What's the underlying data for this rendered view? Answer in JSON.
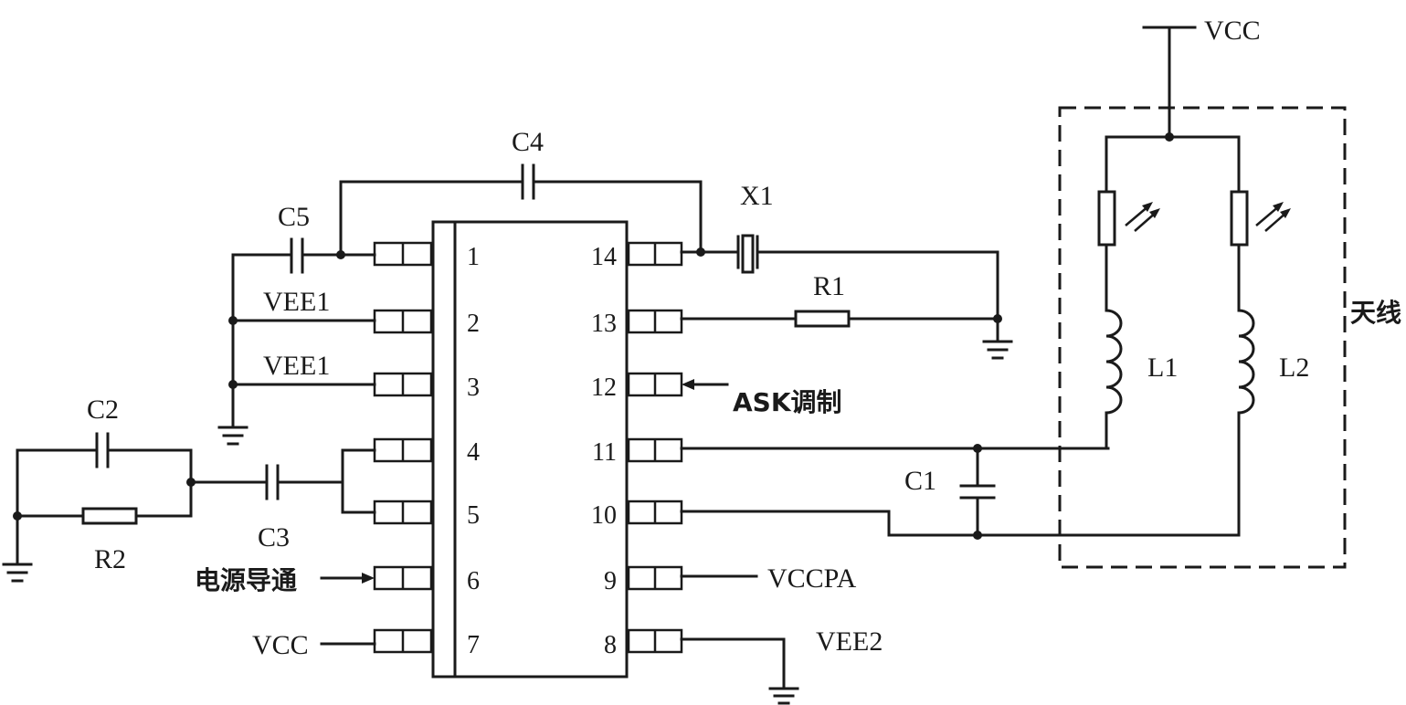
{
  "labels": {
    "vcc_top": "VCC",
    "vcc_pin": "VCC",
    "vee1_a": "VEE1",
    "vee1_b": "VEE1",
    "vee2": "VEE2",
    "vccpa": "VCCPA",
    "ask": "ASK调制",
    "power_on": "电源导通",
    "antenna": "天线"
  },
  "components": {
    "c1": "C1",
    "c2": "C2",
    "c3": "C3",
    "c4": "C4",
    "c5": "C5",
    "r1": "R1",
    "r2": "R2",
    "x1": "X1",
    "l1": "L1",
    "l2": "L2"
  },
  "pins": {
    "left": [
      "1",
      "2",
      "3",
      "4",
      "5",
      "6",
      "7"
    ],
    "right": [
      "14",
      "13",
      "12",
      "11",
      "10",
      "9",
      "8"
    ]
  }
}
